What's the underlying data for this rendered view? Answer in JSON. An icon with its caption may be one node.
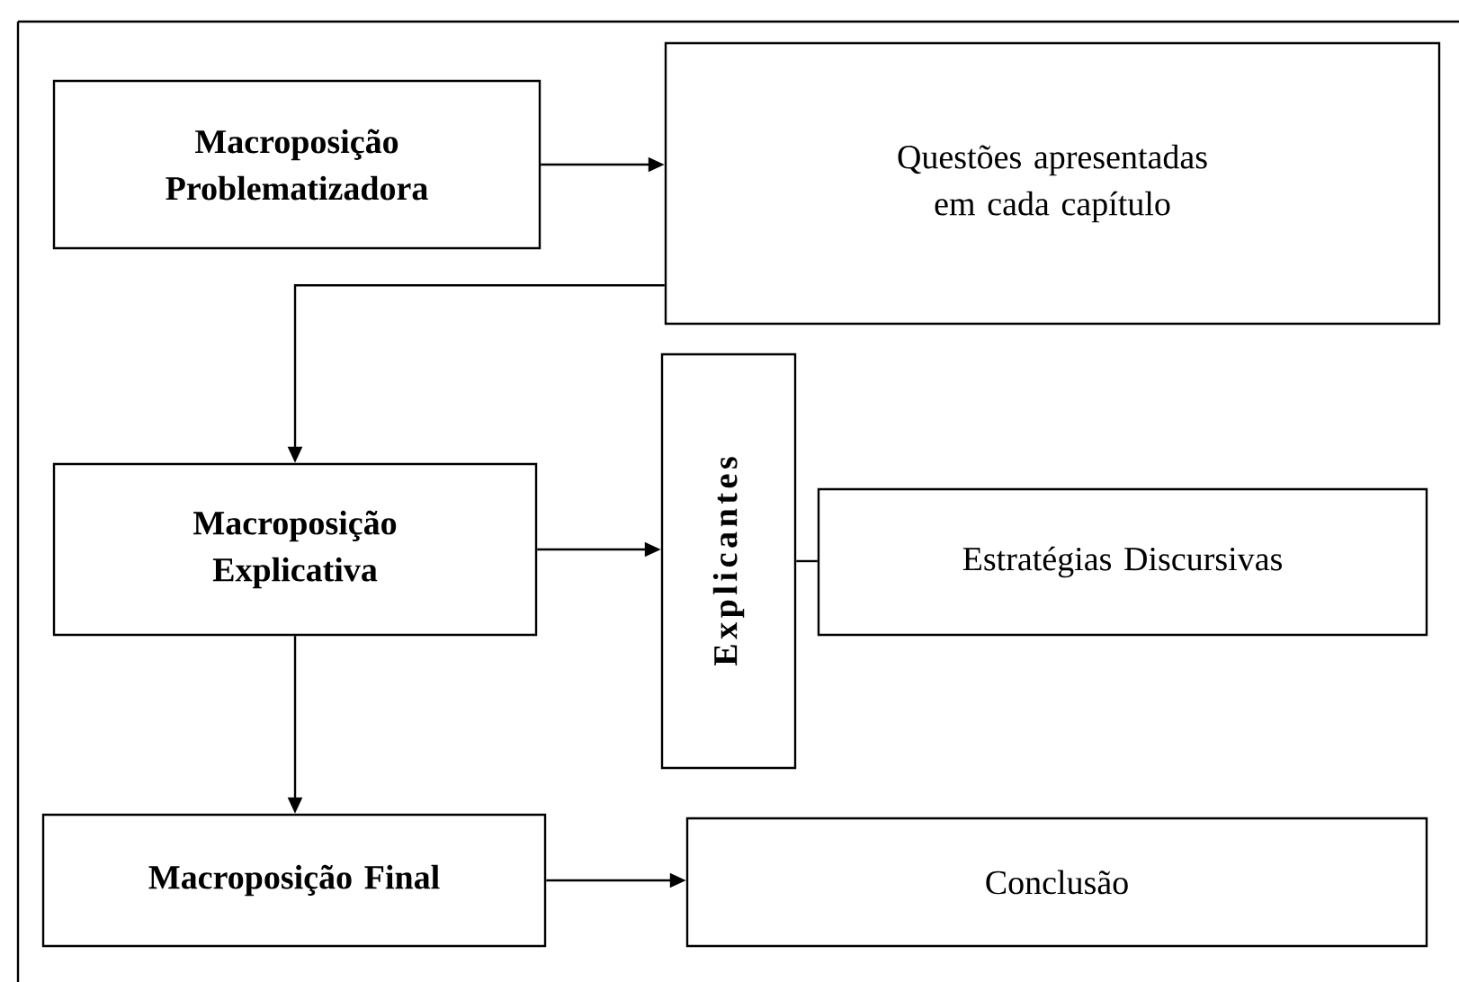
{
  "diagram": {
    "nodes": [
      {
        "text": [
          "Macroposição Problematizadora"
        ]
      },
      {
        "text": [
          "Questões apresentadas em cada capítulo"
        ]
      },
      {
        "text": [
          "Macroposição Explicativa"
        ]
      },
      {
        "text": [
          "Explicantes"
        ]
      },
      {
        "text": [
          "Estratégias Discursivas"
        ]
      },
      {
        "text": [
          "Macroposição Final"
        ]
      },
      {
        "text": [
          "Conclusão"
        ]
      }
    ],
    "edges": [
      {
        "from": 0,
        "to": 1,
        "arrow": "to"
      },
      {
        "from": 1,
        "to": 2,
        "arrow": "to"
      },
      {
        "from": 2,
        "to": 3,
        "arrow": "to"
      },
      {
        "from": 3,
        "to": 4,
        "arrow": "none"
      },
      {
        "from": 2,
        "to": 5,
        "arrow": "to"
      },
      {
        "from": 5,
        "to": 6,
        "arrow": "to"
      }
    ]
  }
}
